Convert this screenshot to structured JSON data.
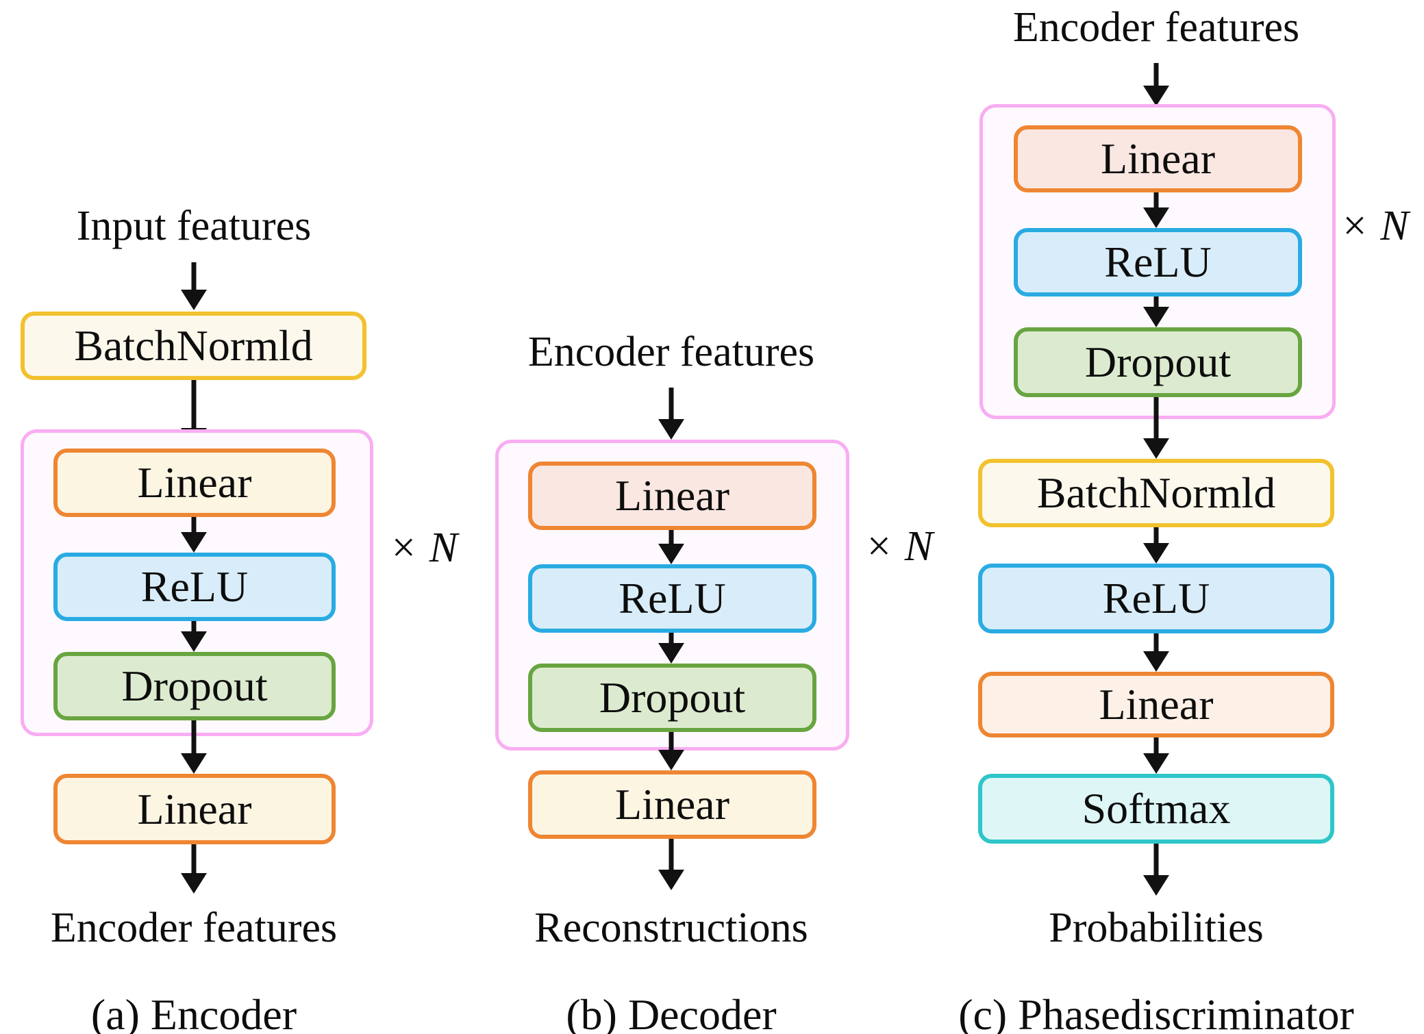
{
  "colors": {
    "batchnorm": {
      "border": "#F2C12E",
      "fill": "#FCF8EC"
    },
    "linear_cream": {
      "border": "#EE8632",
      "fill": "#FBF5E2"
    },
    "linear_pink": {
      "border": "#EE8632",
      "fill": "#FAE7E1"
    },
    "linear_peach": {
      "border": "#EE8632",
      "fill": "#FDF1E7"
    },
    "relu": {
      "border": "#29ABE2",
      "fill": "#D8EDF9"
    },
    "dropout": {
      "border": "#68A541",
      "fill": "#DCEBCF"
    },
    "softmax": {
      "border": "#2EC6C8",
      "fill": "#DEF6F6"
    },
    "repeat_group": {
      "border": "#F9ADF2",
      "fill": "#FEF9FE"
    }
  },
  "encoder": {
    "input_label": "Input features",
    "output_label": "Encoder features",
    "caption": "(a) Encoder",
    "repeat": {
      "symbol": "×",
      "n": "N"
    },
    "blocks": {
      "batchnorm": "BatchNormld",
      "linear1": "Linear",
      "relu": "ReLU",
      "dropout": "Dropout",
      "linear2": "Linear"
    }
  },
  "decoder": {
    "input_label": "Encoder features",
    "output_label": "Reconstructions",
    "caption": "(b) Decoder",
    "repeat": {
      "symbol": "×",
      "n": "N"
    },
    "blocks": {
      "linear1": "Linear",
      "relu": "ReLU",
      "dropout": "Dropout",
      "linear2": "Linear"
    }
  },
  "phasediscriminator": {
    "input_label": "Encoder features",
    "output_label": "Probabilities",
    "caption": "(c) Phasediscriminator",
    "repeat": {
      "symbol": "×",
      "n": "N"
    },
    "blocks": {
      "linear1": "Linear",
      "relu1": "ReLU",
      "dropout": "Dropout",
      "batchnorm": "BatchNormld",
      "relu2": "ReLU",
      "linear2": "Linear",
      "softmax": "Softmax"
    }
  }
}
